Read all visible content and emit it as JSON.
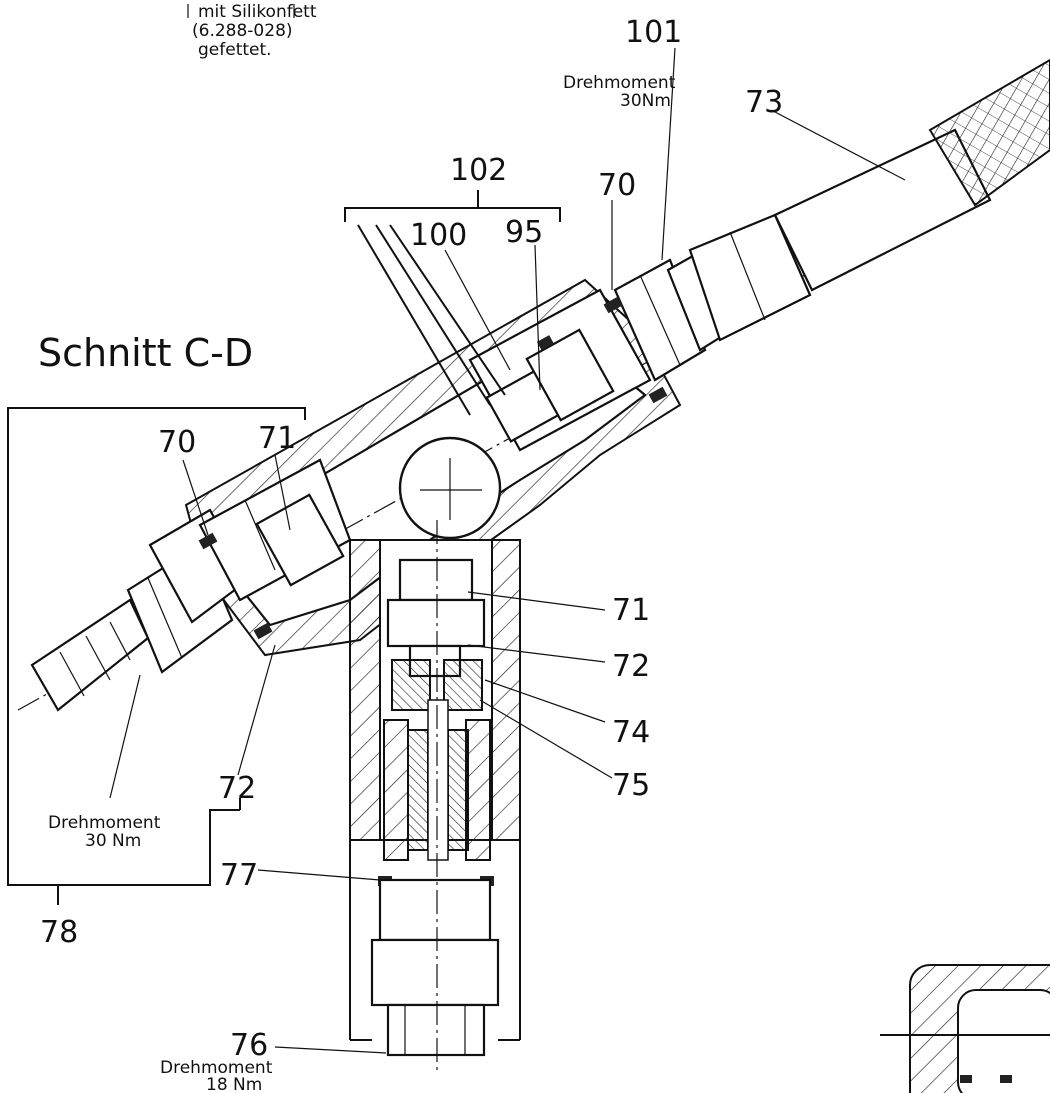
{
  "section_title": "Schnitt C-D",
  "notes": {
    "top_left_line1": "mit Silikonfett",
    "top_left_line2": "(6.288-028)",
    "top_left_line3": "gefettet.",
    "drehmoment_101_label": "Drehmoment",
    "drehmoment_101_value": "30Nm",
    "drehmoment_78_label": "Drehmoment",
    "drehmoment_78_value": "30 Nm",
    "drehmoment_76_label": "Drehmoment",
    "drehmoment_76_value": "18 Nm"
  },
  "callouts": {
    "c101": "101",
    "c73": "73",
    "c102": "102",
    "c70_top": "70",
    "c100": "100",
    "c95": "95",
    "c70_left": "70",
    "c71_left": "71",
    "c71_right": "71",
    "c72_right": "72",
    "c74": "74",
    "c75": "75",
    "c72_bottom": "72",
    "c77": "77",
    "c78": "78",
    "c76": "76"
  }
}
